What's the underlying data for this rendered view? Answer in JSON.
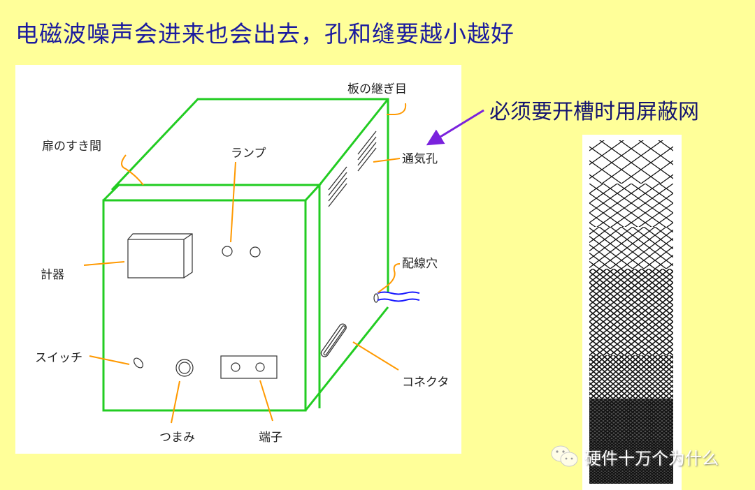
{
  "slide": {
    "title": "电磁波噪声会进来也会出去，孔和缝要越小越好",
    "note": "必须要开槽时用屏蔽网",
    "colors": {
      "background": "#FFFF99",
      "title": "#1B1B9E",
      "box_outline": "#22CC22",
      "leader": "#FF9900",
      "arrow": "#7A22DD",
      "cable": "#1A1AFF"
    }
  },
  "diagram": {
    "labels": {
      "panel_seam": "板の継ぎ目",
      "door_gap": "扉のすき間",
      "lamp": "ランプ",
      "vent": "通気孔",
      "meter": "計器",
      "wiring_hole": "配線穴",
      "switch": "スイッチ",
      "connector": "コネクタ",
      "knob": "つまみ",
      "terminal": "端子"
    }
  },
  "watermark": {
    "icon": "wechat-icon",
    "text": "硬件十万个为什么"
  }
}
